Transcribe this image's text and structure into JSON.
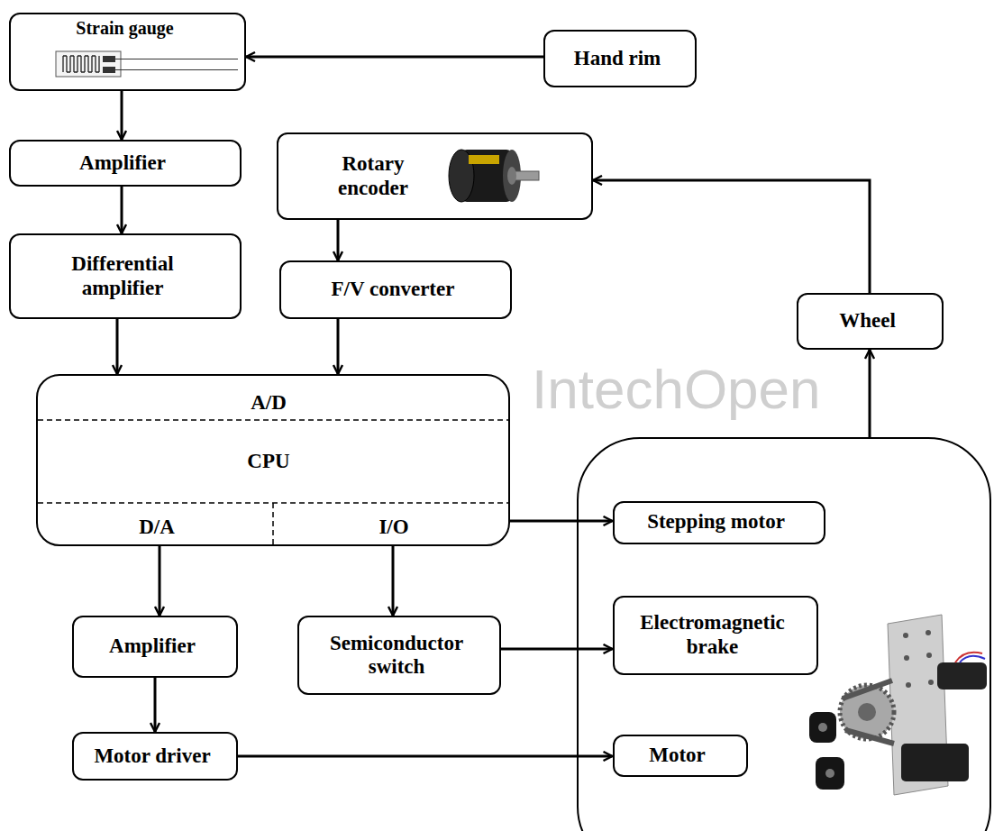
{
  "diagram": {
    "nodes": [
      {
        "text": [
          "Strain gauge"
        ]
      },
      {
        "text": [
          "Hand rim"
        ]
      },
      {
        "text": [
          "Amplifier"
        ]
      },
      {
        "text": [
          "Rotary encoder"
        ]
      },
      {
        "text": [
          "Differential amplifier"
        ]
      },
      {
        "text": [
          "F/V converter"
        ]
      },
      {
        "text": [
          "Wheel"
        ]
      },
      {
        "text": [
          "A/D",
          "CPU",
          "D/A",
          "I/O"
        ]
      },
      {
        "text": []
      },
      {
        "text": [
          "Stepping motor"
        ],
        "in": 8
      },
      {
        "text": [
          "Amplifier"
        ]
      },
      {
        "text": [
          "Semiconductor switch"
        ]
      },
      {
        "text": [
          "Electromagnetic brake"
        ],
        "in": 8
      },
      {
        "text": [
          "Motor driver"
        ]
      },
      {
        "text": [
          "Motor"
        ],
        "in": 8
      }
    ],
    "edges": [
      {
        "from": 1,
        "to": 0,
        "arrow": "to"
      },
      {
        "from": 0,
        "to": 2,
        "arrow": "to"
      },
      {
        "from": 2,
        "to": 4,
        "arrow": "to"
      },
      {
        "from": 3,
        "to": 5,
        "arrow": "to"
      },
      {
        "from": 4,
        "to": 7,
        "arrow": "to"
      },
      {
        "from": 5,
        "to": 7,
        "arrow": "to"
      },
      {
        "from": 8,
        "to": 6,
        "arrow": "to"
      },
      {
        "from": 6,
        "to": 3,
        "arrow": "to"
      },
      {
        "from": 7,
        "to": 9,
        "arrow": "to"
      },
      {
        "from": 7,
        "to": 10,
        "arrow": "to"
      },
      {
        "from": 7,
        "to": 11,
        "arrow": "to"
      },
      {
        "from": 11,
        "to": 12,
        "arrow": "to"
      },
      {
        "from": 10,
        "to": 13,
        "arrow": "to"
      },
      {
        "from": 13,
        "to": 14,
        "arrow": "to"
      }
    ],
    "labels": [
      "IntechOpen"
    ]
  }
}
